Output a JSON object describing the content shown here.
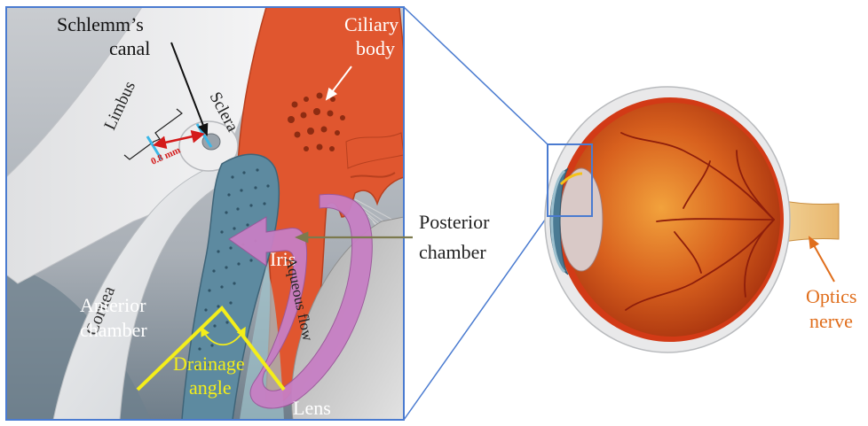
{
  "labels": {
    "schlemm_line1": "Schlemm’s",
    "schlemm_line2": "canal",
    "ciliary_line1": "Ciliary",
    "ciliary_line2": "body",
    "limbus": "Limbus",
    "sclera": "Sclera",
    "measurement": "0.8 mm",
    "cornea": "Cornea",
    "iris": "Iris",
    "aqueous_flow": "Aqueous flow",
    "posterior_line1": "Posterior",
    "posterior_line2": "chamber",
    "anterior_line1": "Anterior",
    "anterior_line2": "chamber",
    "drainage_line1": "Drainage",
    "drainage_line2": "angle",
    "lens": "Lens",
    "optics_line1": "Optics",
    "optics_line2": "nerve"
  },
  "colors": {
    "frame": "#4a7bd0",
    "ciliary": "#e0562f",
    "iris_blue": "#5d8aa0",
    "flow": "#c77fc4",
    "drainage": "#f4ee1a",
    "measure": "#d41a1a",
    "measure_bar": "#3ab7e8",
    "posterior_arrow": "#7c7a4e",
    "optics_text": "#e06e1c",
    "eyeball": "#c94a18"
  }
}
